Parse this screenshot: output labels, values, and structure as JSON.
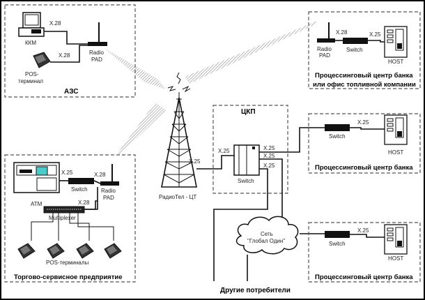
{
  "diagram": {
    "zones": {
      "azs": {
        "title": "АЗС",
        "devices": {
          "kkm": "ККМ",
          "pos": "POS-\nтерминал",
          "pos_line1": "POS-",
          "pos_line2": "терминал",
          "radio_pad_line1": "Radio",
          "radio_pad_line2": "PAD"
        },
        "links": [
          "X.28",
          "X.28"
        ]
      },
      "processing_fuel": {
        "title_line1": "Процессинговый центр банка",
        "title_line2": "или офис топливной компании",
        "devices": {
          "radio_pad_line1": "Radio",
          "radio_pad_line2": "PAD",
          "switch": "Switch",
          "host": "HOST"
        },
        "links": [
          "X.28",
          "X.25"
        ]
      },
      "ckp": {
        "title": "ЦКП",
        "devices": {
          "switch": "Switch"
        },
        "links": [
          "X.25",
          "X.25",
          "X.25",
          "X.25"
        ]
      },
      "processing_bank_1": {
        "title": "Процессинговый центр банка",
        "devices": {
          "switch": "Switch",
          "host": "HOST"
        },
        "links": [
          "X.25"
        ]
      },
      "processing_bank_2": {
        "title": "Процессинговый центр банка",
        "devices": {
          "switch": "Switch",
          "host": "HOST"
        },
        "links": [
          "X.25"
        ]
      },
      "trade": {
        "title": "Торгово-сервисное предприятие",
        "devices": {
          "atm": "ATM",
          "switch": "Switch",
          "radio_pad_line1": "Radio",
          "radio_pad_line2": "PAD",
          "multiplexer": "Multiplexer",
          "pos_terminals": "POS-терминалы"
        },
        "links": [
          "X.25",
          "X.28",
          "X.28"
        ]
      }
    },
    "tower": {
      "label": "РадиоТел - ЦТ",
      "link": "X.25"
    },
    "cloud": {
      "line1": "Сеть",
      "line2": "\"Глобал Один\""
    },
    "other_consumers": "Другие потребители"
  },
  "colors": {
    "line": "#111111",
    "box": "#555555",
    "beam": "#9a9a9a"
  }
}
